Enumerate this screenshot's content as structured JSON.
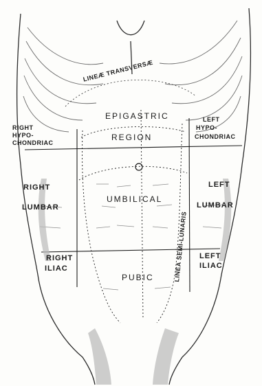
{
  "figure": {
    "labels": {
      "lineae_transversae": "LINEÆ TRANSVERSÆ",
      "epigastric": "EPIGASTRIC",
      "region": "REGION",
      "right_hypochondriac": [
        "RIGHT",
        "HYPO-",
        "CHONDRIAC"
      ],
      "left_hypochondriac": [
        "LEFT",
        "HYPO-",
        "CHONDRIAC"
      ],
      "right_lumbar": [
        "RIGHT",
        "LUMBAR"
      ],
      "umbilical": "UMBILICAL",
      "left_lumbar": [
        "LEFT",
        "LUMBAR"
      ],
      "linea_semilunaris": "LINEA SEMI-LUNARIS",
      "right_iliac": [
        "RIGHT",
        "ILIAC"
      ],
      "pubic": "PUBIC",
      "left_iliac": [
        "LEFT",
        "ILIAC"
      ]
    },
    "colors": {
      "ink": "#1a1a1a",
      "shade": "#9a9a9a",
      "paper": "#fdfdfb"
    }
  }
}
